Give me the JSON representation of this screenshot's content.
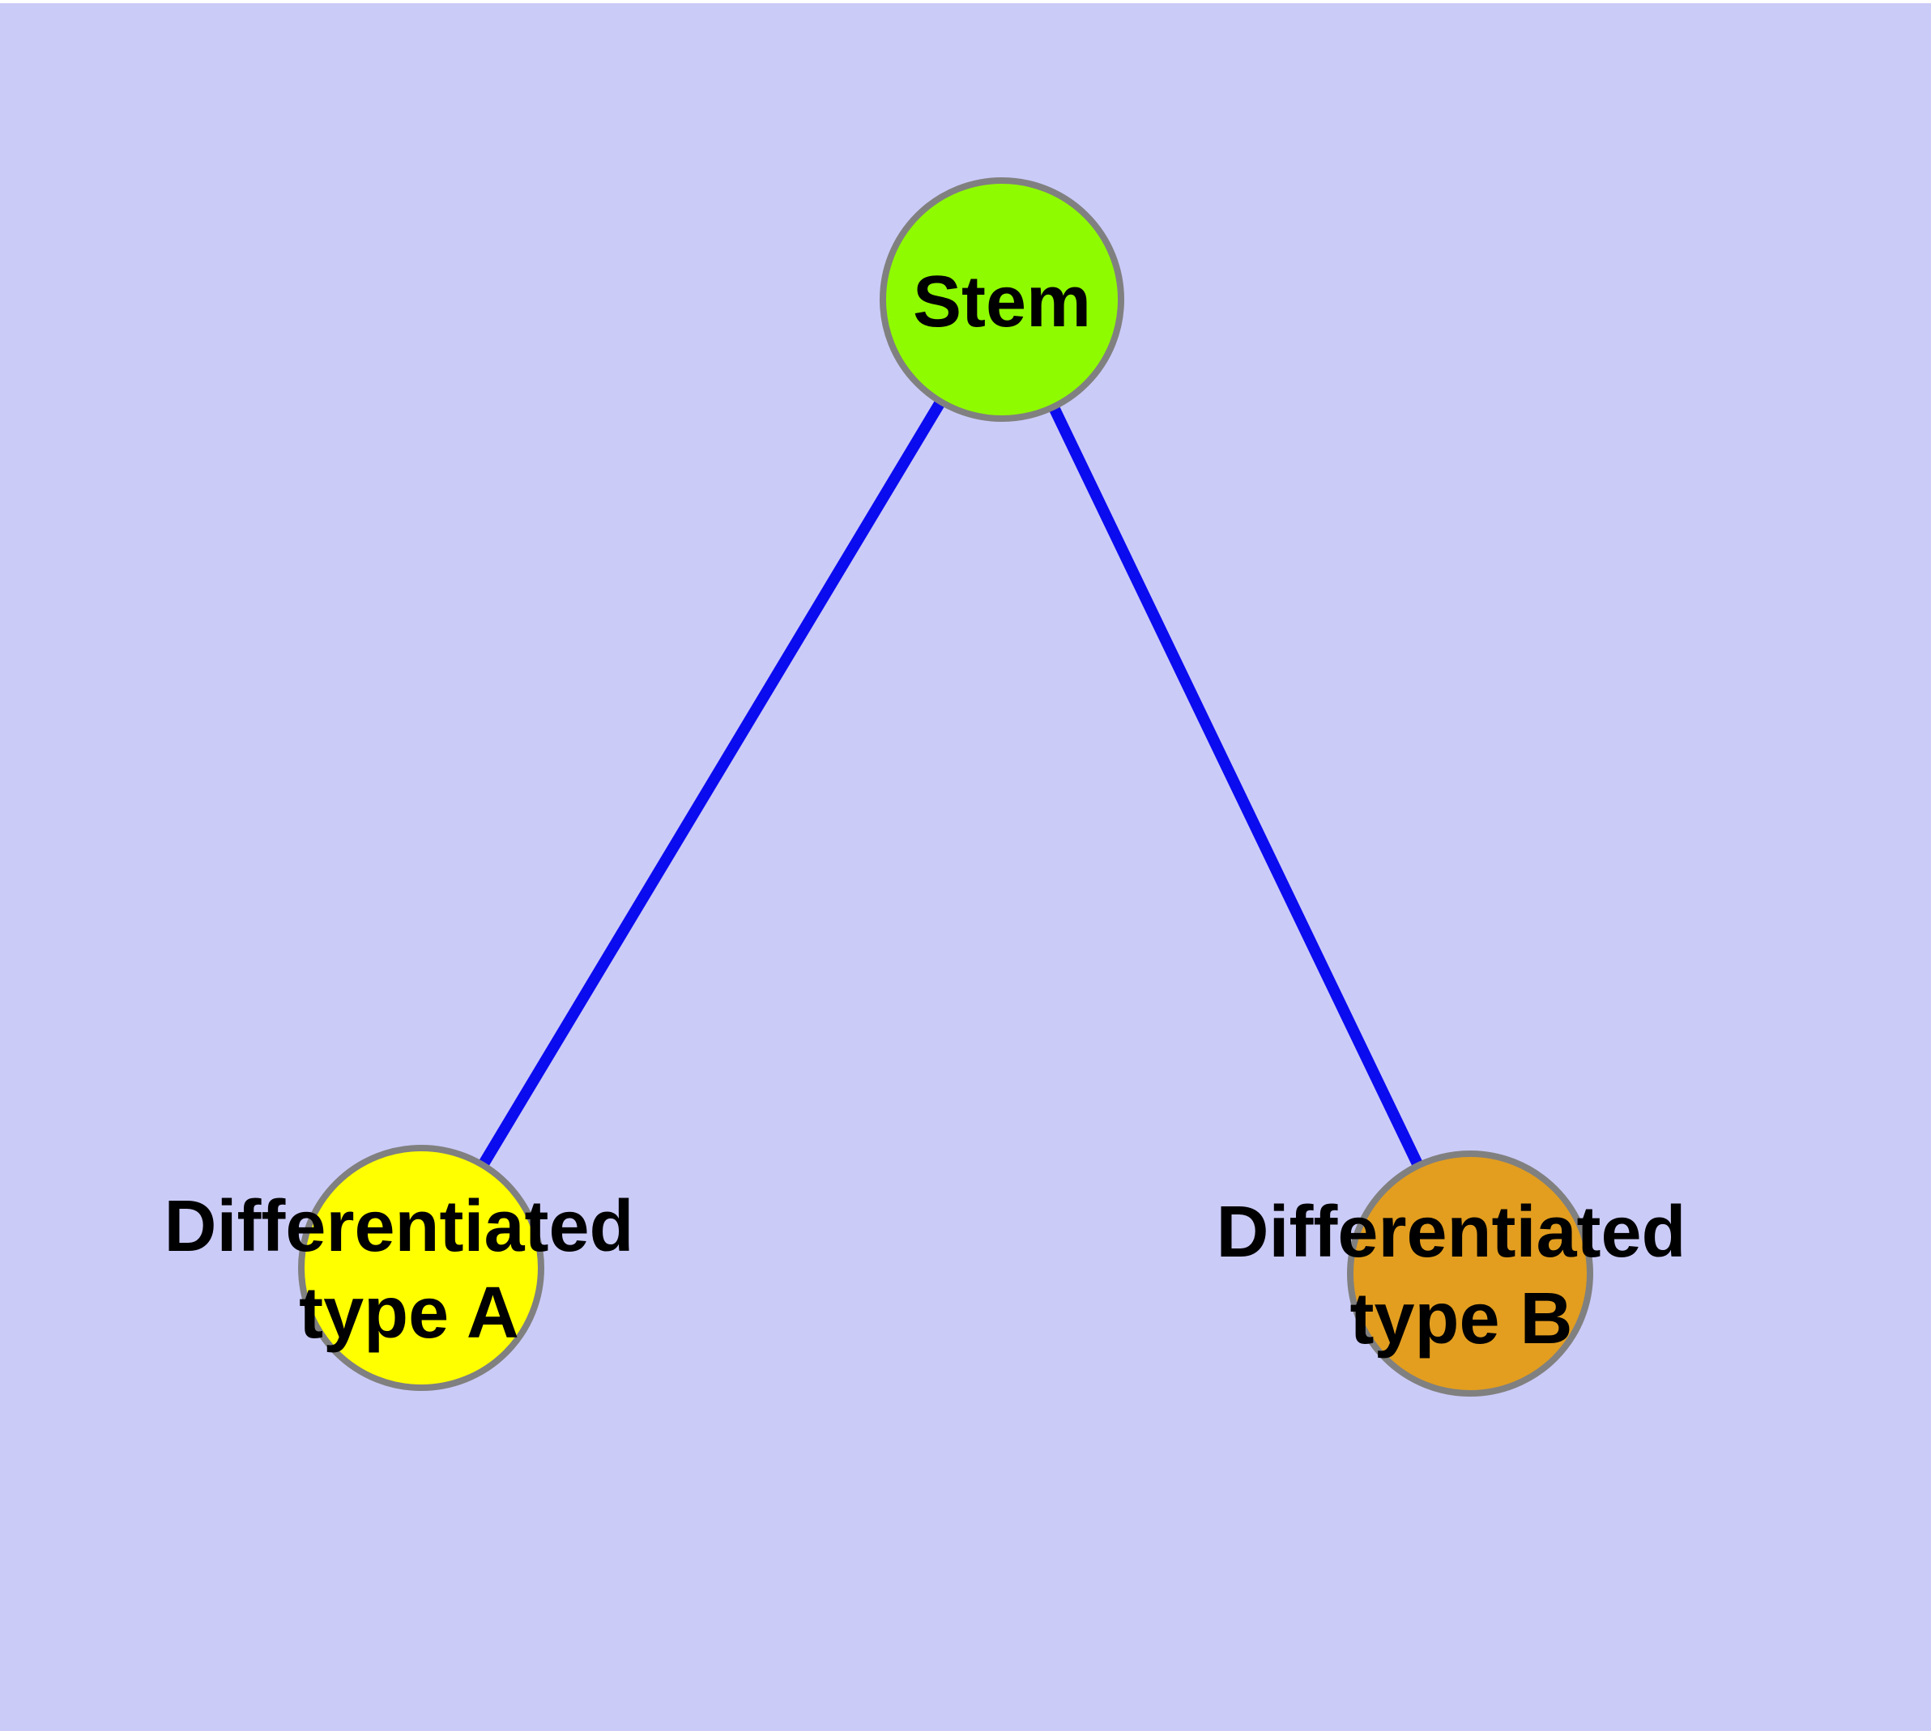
{
  "diagram": {
    "background_color": "#CBCBF8",
    "top_edge_strip_color": "#FFFFFF",
    "node_border_color": "#808080",
    "edge_color": "#0B0BF0",
    "label_color": "#000000",
    "nodes": [
      {
        "id": "stem",
        "label": "Stem",
        "lines": [
          "Stem"
        ],
        "fill": "#8FFB00"
      },
      {
        "id": "differentiated-type-a",
        "label": "Differentiated type A",
        "lines": [
          "Differentiated",
          "type A"
        ],
        "fill": "#FFFF00"
      },
      {
        "id": "differentiated-type-b",
        "label": "Differentiated type B",
        "lines": [
          "Differentiated",
          "type B"
        ],
        "fill": "#E39E1F"
      }
    ],
    "edges": [
      {
        "from": "stem",
        "to": "differentiated-type-a"
      },
      {
        "from": "stem",
        "to": "differentiated-type-b"
      }
    ]
  }
}
